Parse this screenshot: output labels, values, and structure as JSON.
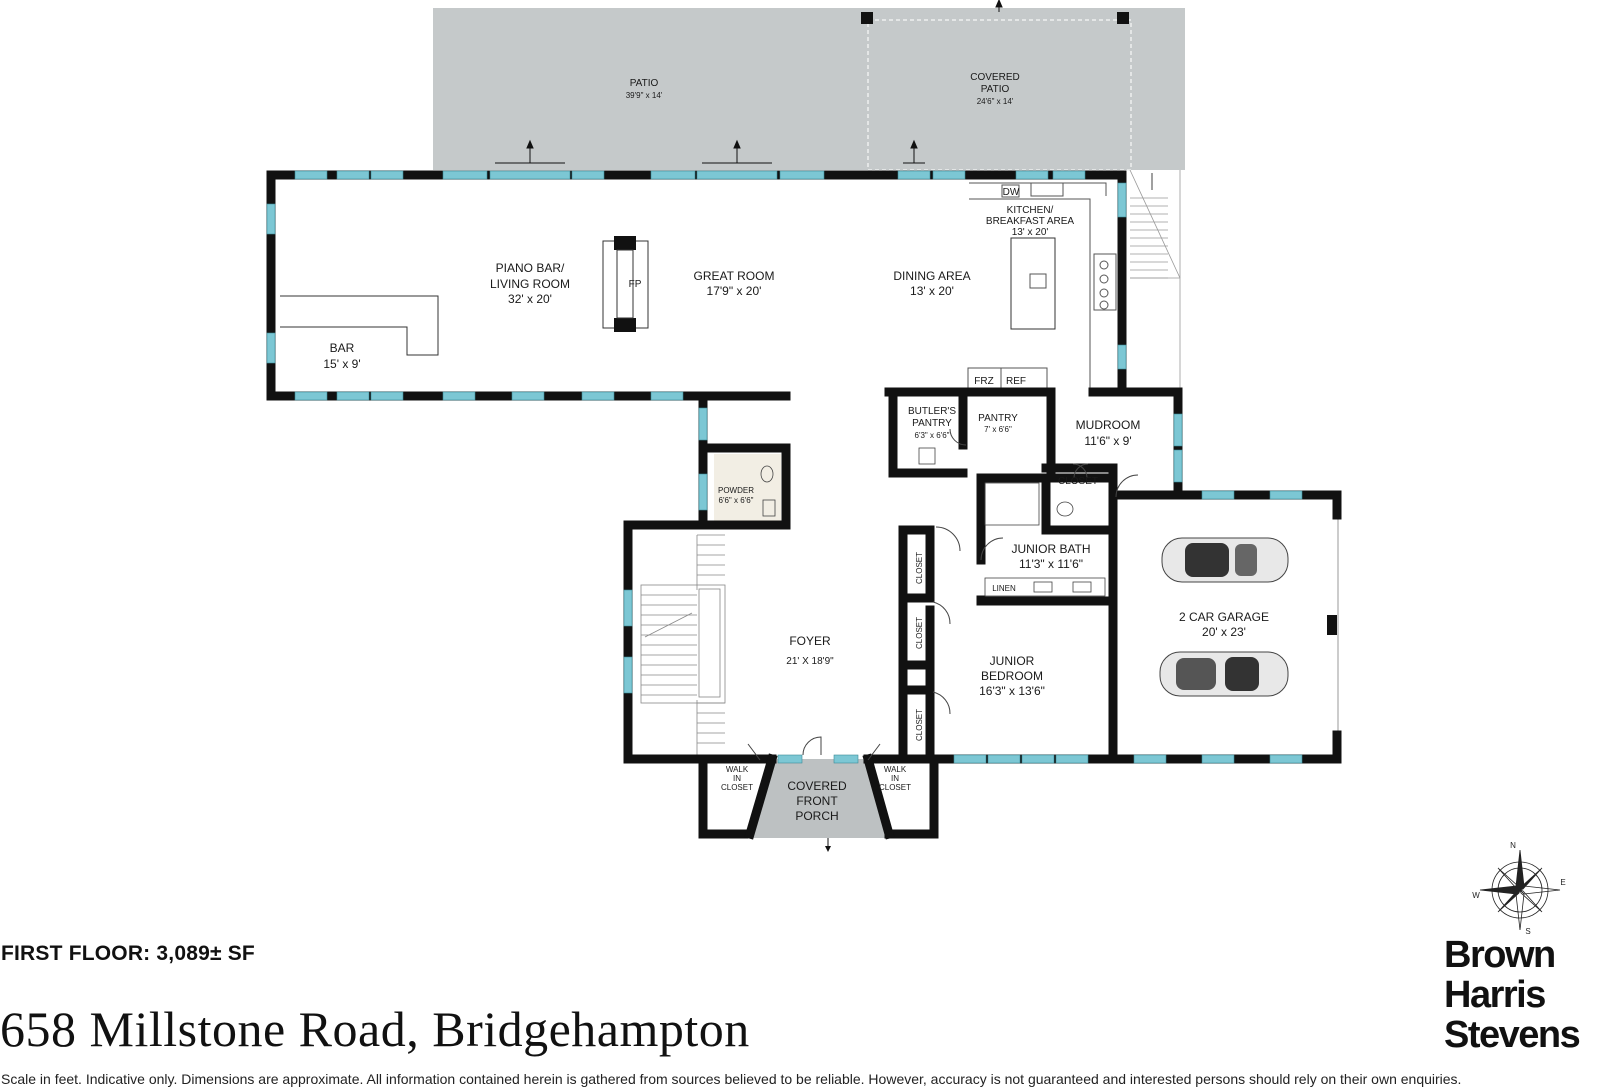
{
  "rooms": {
    "patio": {
      "name": "PATIO",
      "size": "39'9\" x 14'"
    },
    "covered_patio": {
      "name1": "COVERED",
      "name2": "PATIO",
      "size": "24'6\" x 14'"
    },
    "piano_bar": {
      "name1": "PIANO BAR/",
      "name2": "LIVING ROOM",
      "size": "32' x 20'"
    },
    "bar": {
      "name": "BAR",
      "size": "15' x 9'"
    },
    "fireplace": {
      "name": "FP"
    },
    "great_room": {
      "name": "GREAT ROOM",
      "size": "17'9\" x 20'"
    },
    "dining_area": {
      "name": "DINING AREA",
      "size": "13' x 20'"
    },
    "kitchen": {
      "name1": "KITCHEN/",
      "name2": "BREAKFAST AREA",
      "size": "13' x 20'"
    },
    "dw": {
      "name": "DW"
    },
    "frz": {
      "name": "FRZ"
    },
    "ref": {
      "name": "REF"
    },
    "butlers_pantry": {
      "name1": "BUTLER'S",
      "name2": "PANTRY",
      "size": "6'3\" x 6'6\""
    },
    "pantry": {
      "name": "PANTRY",
      "size": "7' x 6'6\""
    },
    "mudroom": {
      "name": "MUDROOM",
      "size": "11'6\" x 9'"
    },
    "closet_mud": {
      "name": "CLOSET"
    },
    "powder": {
      "name": "POWDER",
      "size": "6'6\" x 6'6\""
    },
    "junior_bath": {
      "name": "JUNIOR BATH",
      "size": "11'3\" x 11'6\""
    },
    "linen": {
      "name": "LINEN"
    },
    "closet_1": {
      "name": "CLOSET"
    },
    "closet_2": {
      "name": "CLOSET"
    },
    "closet_3": {
      "name": "CLOSET"
    },
    "foyer": {
      "name": "FOYER",
      "size": "21' X 18'9\""
    },
    "junior_bedroom": {
      "name1": "JUNIOR",
      "name2": "BEDROOM",
      "size": "16'3\" x 13'6\""
    },
    "garage": {
      "name": "2 CAR GARAGE",
      "size": "20' x 23'"
    },
    "walk_in_left": {
      "line1": "WALK",
      "line2": "IN",
      "line3": "CLOSET"
    },
    "walk_in_right": {
      "line1": "WALK",
      "line2": "IN",
      "line3": "CLOSET"
    },
    "porch": {
      "line1": "COVERED",
      "line2": "FRONT",
      "line3": "PORCH"
    }
  },
  "compass": {
    "n": "N",
    "e": "E",
    "s": "S",
    "w": "W"
  },
  "footer": {
    "floor_area": "FIRST FLOOR: 3,089± SF",
    "address": "658 Millstone Road, Bridgehampton",
    "disclaimer": "Scale in feet. Indicative only. Dimensions are approximate. All information contained herein is gathered from sources believed to be reliable. However, accuracy is not guaranteed and interested persons should rely on their own enquiries."
  },
  "brand": {
    "line1": "Brown",
    "line2": "Harris",
    "line3": "Stevens"
  },
  "colors": {
    "wall": "#111111",
    "window": "#7cc7d4",
    "patio": "#c5c9ca",
    "porch": "#bdc1c2",
    "tile": "#f2eee4"
  }
}
